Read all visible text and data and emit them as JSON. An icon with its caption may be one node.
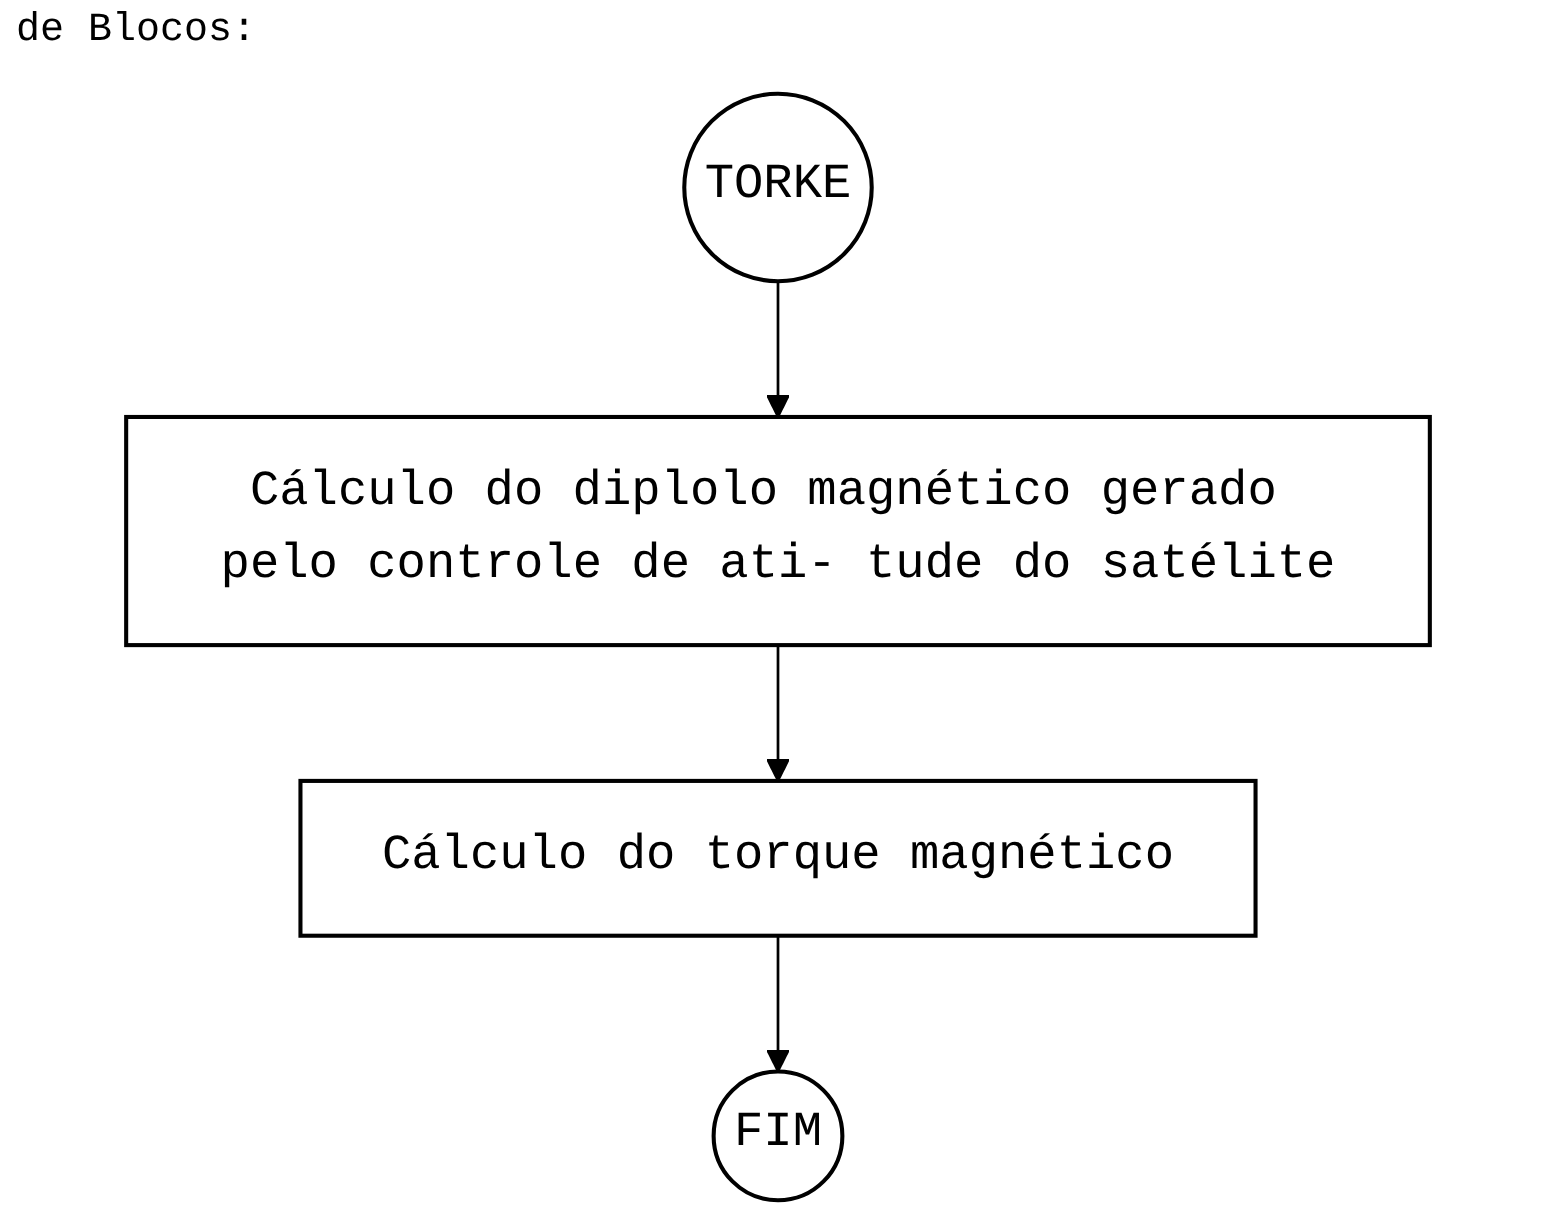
{
  "diagram": {
    "nodes": [
      {
        "text": [
          "TORKE"
        ]
      },
      {
        "text": [
          "Cálculo do diplolo magnético gerado pelo controle de ati- tude do satélite"
        ]
      },
      {
        "text": [
          "Cálculo do torque magnético"
        ]
      },
      {
        "text": [
          "FIM"
        ]
      }
    ],
    "edges": [
      {
        "from": 0,
        "to": 1,
        "arrow": "to"
      },
      {
        "from": 1,
        "to": 2,
        "arrow": "to"
      },
      {
        "from": 2,
        "to": 3,
        "arrow": "to"
      }
    ],
    "labels": [
      "de Blocos:"
    ]
  }
}
